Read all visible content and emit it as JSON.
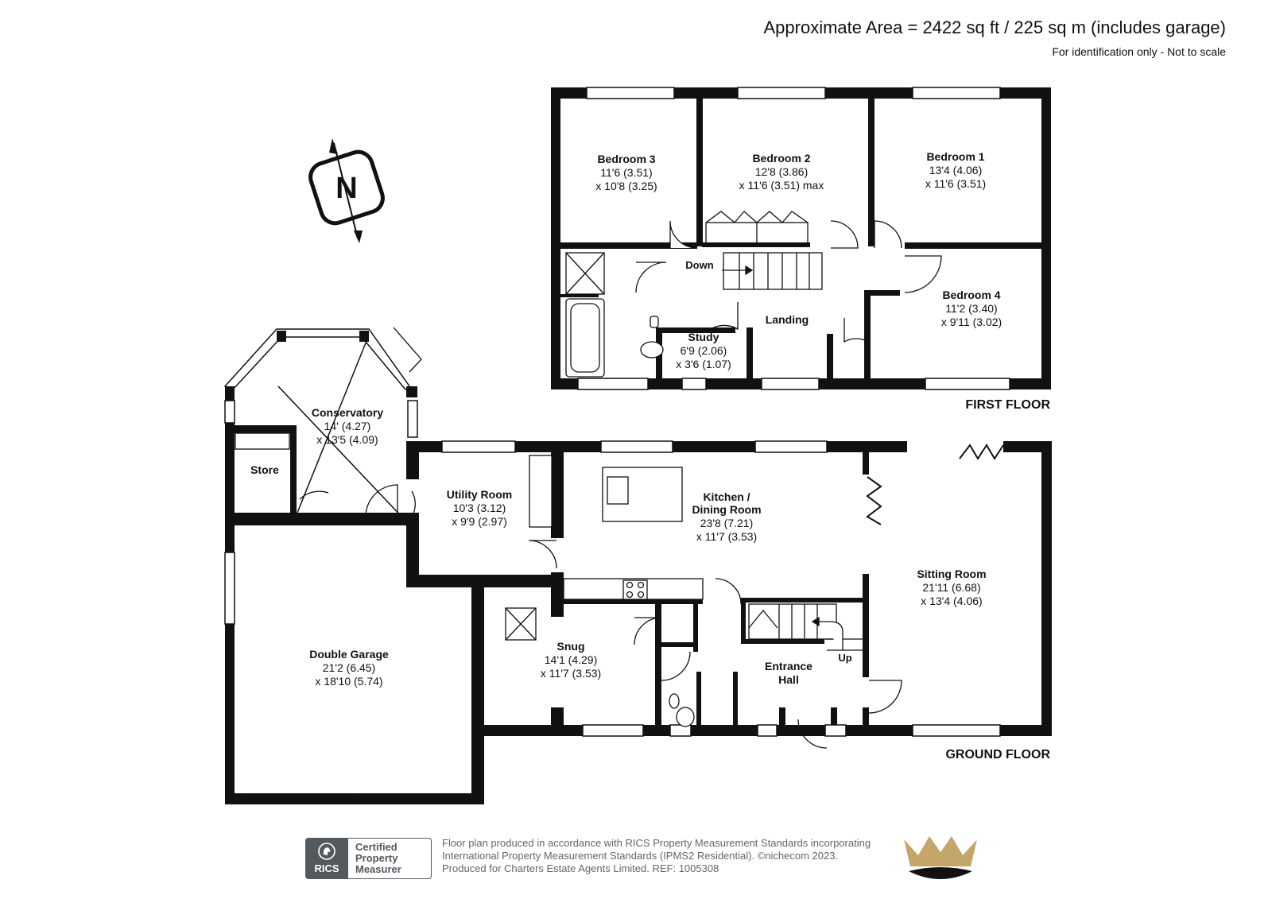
{
  "header": {
    "area": "Approximate Area = 2422 sq ft / 225 sq m (includes garage)",
    "disclaimer": "For identification only - Not to scale"
  },
  "compass": {
    "letter": "N",
    "icon": "north-compass-icon"
  },
  "floors": {
    "first": {
      "label": "FIRST FLOOR",
      "rooms": {
        "bedroom3": {
          "name": "Bedroom 3",
          "dim1": "11'6 (3.51)",
          "dim2": "x 10'8 (3.25)"
        },
        "bedroom2": {
          "name": "Bedroom 2",
          "dim1": "12'8 (3.86)",
          "dim2": "x 11'6 (3.51) max"
        },
        "bedroom1": {
          "name": "Bedroom 1",
          "dim1": "13'4 (4.06)",
          "dim2": "x 11'6 (3.51)"
        },
        "bedroom4": {
          "name": "Bedroom 4",
          "dim1": "11'2 (3.40)",
          "dim2": "x 9'11 (3.02)"
        },
        "study": {
          "name": "Study",
          "dim1": "6'9 (2.06)",
          "dim2": "x 3'6 (1.07)"
        },
        "landing": {
          "name": "Landing"
        }
      },
      "stairs_label": "Down"
    },
    "ground": {
      "label": "GROUND FLOOR",
      "rooms": {
        "conservatory": {
          "name": "Conservatory",
          "dim1": "14' (4.27)",
          "dim2": "x 13'5 (4.09)"
        },
        "store": {
          "name": "Store"
        },
        "utility": {
          "name": "Utility Room",
          "dim1": "10'3 (3.12)",
          "dim2": "x 9'9 (2.97)"
        },
        "kitchen": {
          "name1": "Kitchen /",
          "name2": "Dining Room",
          "dim1": "23'8 (7.21)",
          "dim2": "x 11'7 (3.53)"
        },
        "sitting": {
          "name": "Sitting Room",
          "dim1": "21'11 (6.68)",
          "dim2": "x 13'4 (4.06)"
        },
        "garage": {
          "name": "Double Garage",
          "dim1": "21'2 (6.45)",
          "dim2": "x 18'10 (5.74)"
        },
        "snug": {
          "name": "Snug",
          "dim1": "14'1 (4.29)",
          "dim2": "x 11'7 (3.53)"
        },
        "hall": {
          "name1": "Entrance",
          "name2": "Hall"
        }
      },
      "stairs_label": "Up"
    }
  },
  "footer": {
    "rics_badge": {
      "brand": "RICS",
      "line1": "Certified",
      "line2": "Property",
      "line3": "Measurer"
    },
    "line1": "Floor plan produced in accordance with RICS Property Measurement Standards incorporating",
    "line2": "International Property Measurement Standards (IPMS2 Residential).  ©nichecom 2023.",
    "line3": "Produced for Charters Estate Agents Limited.   REF:  1005308",
    "logo": "crown-logo-icon"
  },
  "colors": {
    "wall": "#111111",
    "text": "#111111",
    "footer_text": "#666666",
    "badge": "#54595e",
    "crown_gold": "#c4a56a"
  }
}
